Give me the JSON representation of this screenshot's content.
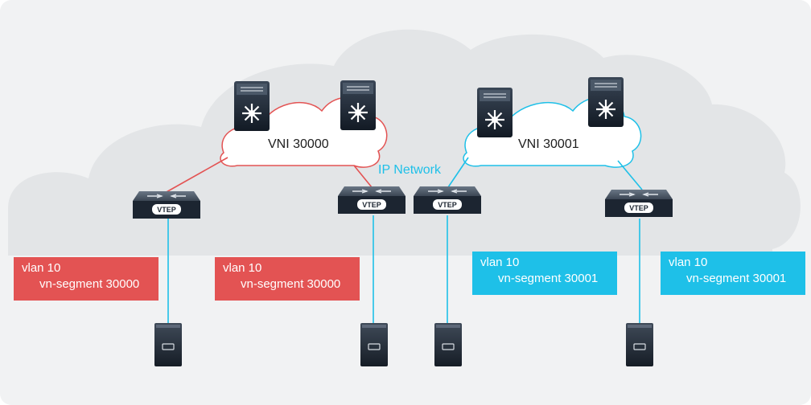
{
  "colors": {
    "background": "#f1f2f3",
    "cloud_gray": "#e3e5e7",
    "red": "#e35353",
    "blue": "#1ec0e8",
    "device_dark": "#1f2a36",
    "server_dark": "#2a3441"
  },
  "clouds": [
    {
      "label": "VNI 30000",
      "color_key": "red"
    },
    {
      "label": "VNI 30001",
      "color_key": "blue"
    }
  ],
  "network_label": "IP Network",
  "vtep_label": "VTEP",
  "segments": [
    {
      "vlan": "vlan 10",
      "segment": "vn-segment 30000",
      "color_key": "red"
    },
    {
      "vlan": "vlan 10",
      "segment": "vn-segment 30000",
      "color_key": "red"
    },
    {
      "vlan": "vlan 10",
      "segment": "vn-segment 30001",
      "color_key": "blue"
    },
    {
      "vlan": "vlan 10",
      "segment": "vn-segment 30001",
      "color_key": "blue"
    }
  ],
  "icons": {
    "spine": "spine-switch-icon",
    "leaf": "vtep-switch-icon",
    "server": "server-icon"
  }
}
